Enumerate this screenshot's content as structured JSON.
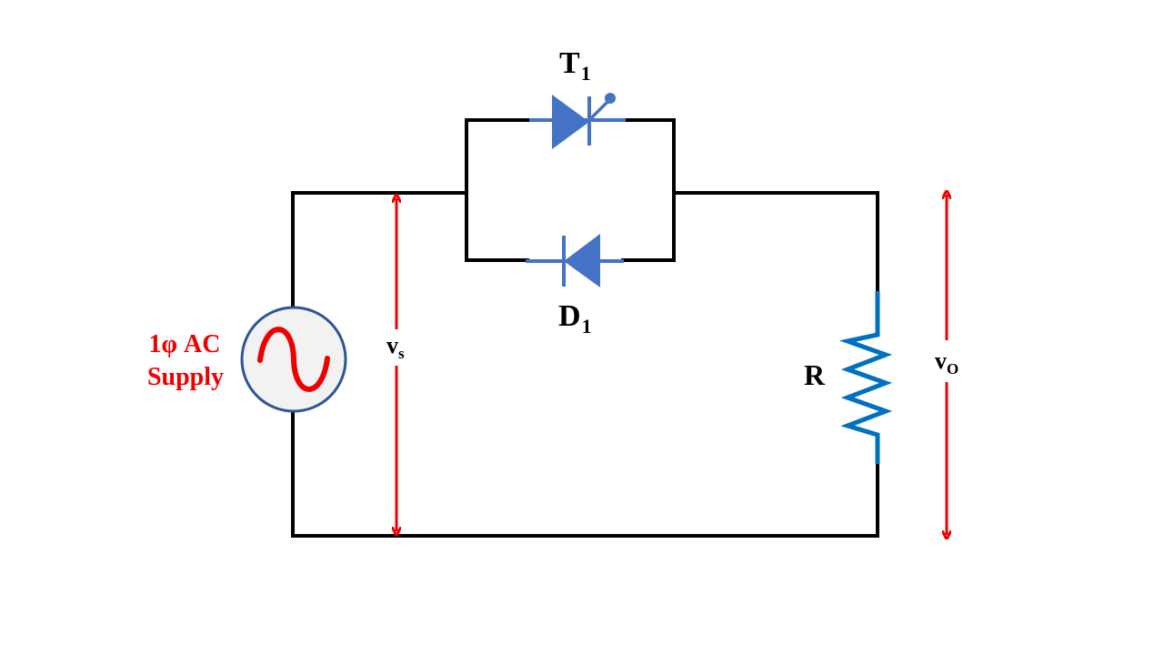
{
  "colors": {
    "wire": "#000000",
    "component": "#4472C4",
    "resistor": "#0070C0",
    "arrow": "#EE0000",
    "source_fill": "#F2F2F2",
    "source_ring": "#2F5597",
    "sine": "#EE0000",
    "label": "#000000",
    "supply_label": "#EE0000"
  },
  "components": {
    "thyristor": {
      "name": "T",
      "sub": "1",
      "icon": "thyristor-symbol"
    },
    "diode": {
      "name": "D",
      "sub": "1",
      "icon": "diode-symbol"
    },
    "resistor": {
      "name": "R",
      "icon": "resistor-symbol"
    },
    "source": {
      "line1": "1φ AC",
      "line2": "Supply",
      "icon": "ac-source-symbol"
    }
  },
  "voltages": {
    "input": {
      "name": "v",
      "sub": "s"
    },
    "output": {
      "name": "v",
      "sub": "O"
    }
  }
}
